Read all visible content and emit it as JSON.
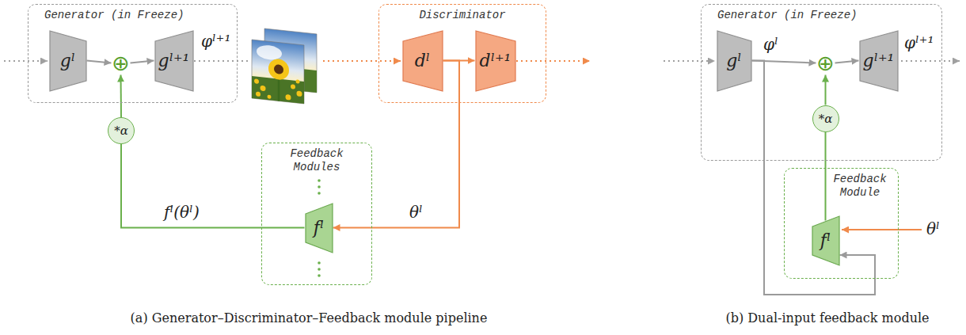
{
  "diagram": {
    "nodes": [
      {
        "text": [
          "Generator (in Freeze)"
        ]
      },
      {
        "text": [
          "gˡ"
        ],
        "in": 0
      },
      {
        "text": [
          "⊕"
        ],
        "in": 0
      },
      {
        "text": [
          "gˡ⁺¹"
        ],
        "in": 0
      },
      {
        "text": [
          "Discriminator"
        ]
      },
      {
        "text": [
          "dˡ"
        ],
        "in": 4
      },
      {
        "text": [
          "dˡ⁺¹"
        ],
        "in": 4
      },
      {
        "text": [
          "*α"
        ]
      },
      {
        "text": [
          "Feedback Modules"
        ]
      },
      {
        "text": [
          "fˡ"
        ],
        "in": 8
      },
      {
        "text": [
          "Generator (in Freeze)"
        ]
      },
      {
        "text": [
          "gˡ"
        ],
        "in": 10
      },
      {
        "text": [
          "⊕"
        ],
        "in": 10
      },
      {
        "text": [
          "gˡ⁺¹"
        ],
        "in": 10
      },
      {
        "text": [
          "*α"
        ],
        "in": 10
      },
      {
        "text": [
          "Feedback Module"
        ]
      },
      {
        "text": [
          "fˡ"
        ],
        "in": 15
      }
    ],
    "edges": [
      {
        "from": 1,
        "to": 2,
        "arrow": "to"
      },
      {
        "from": 2,
        "to": 3,
        "arrow": "to"
      },
      {
        "from": 5,
        "to": 6,
        "arrow": "to"
      },
      {
        "from": 5,
        "to": 9,
        "arrow": "to",
        "label": "θˡ"
      },
      {
        "from": 9,
        "to": 7,
        "arrow": "none",
        "label": "fˡ(θˡ)"
      },
      {
        "from": 7,
        "to": 2,
        "arrow": "to"
      },
      {
        "from": 11,
        "to": 12,
        "arrow": "to",
        "label": "φˡ"
      },
      {
        "from": 12,
        "to": 13,
        "arrow": "to"
      },
      {
        "from": 11,
        "to": 16,
        "arrow": "to"
      },
      {
        "from": 16,
        "to": 14,
        "arrow": "none"
      },
      {
        "from": 14,
        "to": 12,
        "arrow": "to"
      }
    ],
    "labels": [
      "φˡ⁺¹",
      "θˡ",
      "φˡ⁺¹",
      "(a) Generator–Discriminator–Feedback module pipeline",
      "(b) Dual-input feedback module"
    ]
  }
}
